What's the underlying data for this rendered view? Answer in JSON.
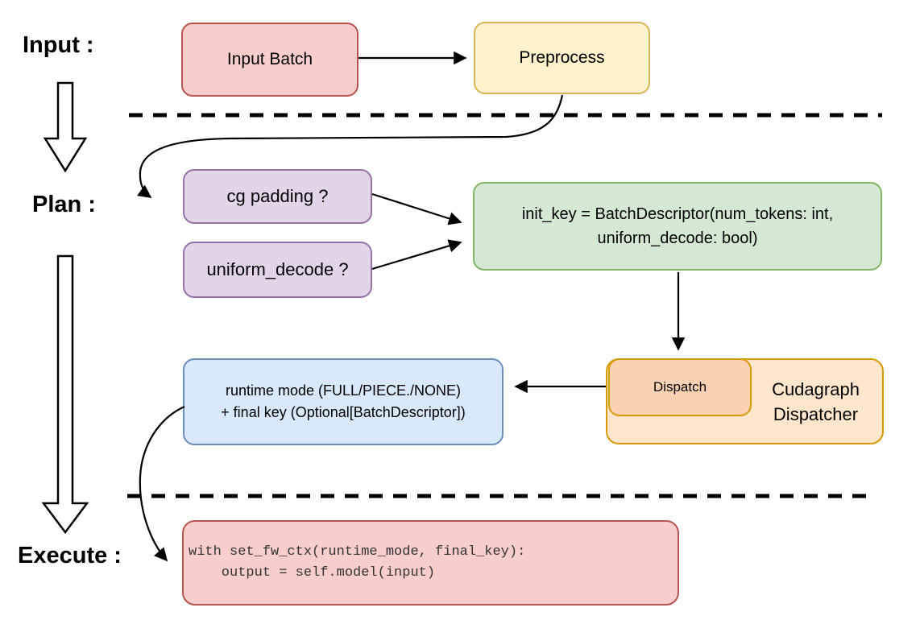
{
  "sections": {
    "input": "Input :",
    "plan": "Plan :",
    "execute": "Execute :"
  },
  "nodes": {
    "input_batch": "Input Batch",
    "preprocess": "Preprocess",
    "cg_padding": "cg padding ?",
    "uniform_decode": "uniform_decode ?",
    "init_key_line1": "init_key = BatchDescriptor(num_tokens: int,",
    "init_key_line2": "uniform_decode: bool)",
    "dispatch": "Dispatch",
    "dispatcher_line1": "Cudagraph",
    "dispatcher_line2": "Dispatcher",
    "runtime_line1": "runtime mode (FULL/PIECE./NONE)",
    "runtime_line2": "+ final key (Optional[BatchDescriptor])",
    "code_line1": "with set_fw_ctx(runtime_mode, final_key):",
    "code_line2": "    output = self.model(input)"
  },
  "colors": {
    "red_fill": "#f8cecc",
    "red_stroke": "#b85450",
    "yellow_fill": "#fff2cc",
    "yellow_stroke": "#d6b656",
    "purple_fill": "#e1d5e7",
    "purple_stroke": "#9673a6",
    "green_fill": "#d5e8d4",
    "green_stroke": "#82b366",
    "orange_fill": "#ffe6cc",
    "orange_inner_fill": "#fad2b3",
    "orange_stroke": "#d79b00",
    "blue_fill": "#dae8fc",
    "blue_stroke": "#6c8ebf",
    "line": "#000000"
  }
}
